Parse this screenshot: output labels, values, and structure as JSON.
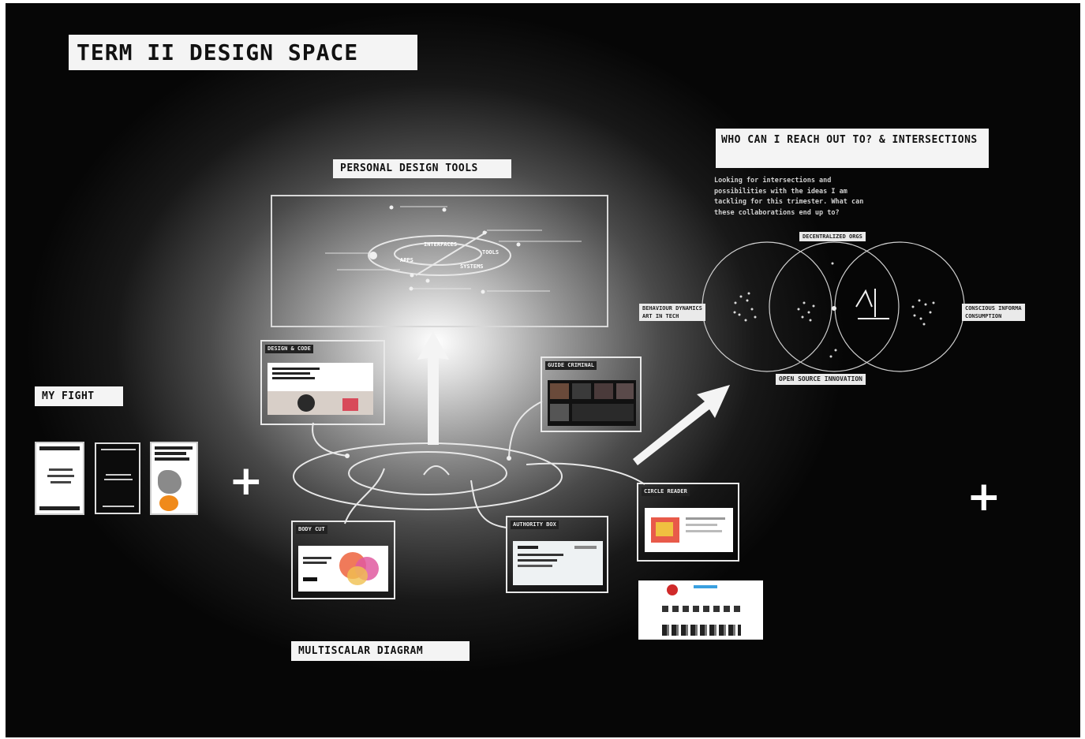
{
  "board": {
    "title": "TERM II DESIGN SPACE",
    "personal_design_tools": "PERSONAL DESIGN TOOLS",
    "who_reach_out": "WHO CAN I REACH OUT TO? & INTERSECTIONS",
    "who_description": "Looking for intersections and possibilities with the ideas I am tackling for this trimester. What can these collaborations end up to?",
    "my_fight": "MY FIGHT",
    "multiscalar_diagram": "MULTISCALAR DIAGRAM"
  },
  "venn": {
    "top_label": "DECENTRALIZED ORGS",
    "left_label_1": "BEHAVIOUR DYNAMICS",
    "left_label_2": "ART IN TECH",
    "right_label_1": "CONSCIOUS INFORMA",
    "right_label_2": "CONSUMPTION",
    "bottom_label": "OPEN SOURCE INNOVATION"
  },
  "tools_diagram": {
    "labels": [
      "INTERFACES",
      "APPS",
      "TOOLS",
      "SYSTEMS"
    ]
  },
  "frames": {
    "frame_a": "DESIGN & CODE",
    "frame_b": "GUIDE CRIMINAL",
    "frame_c": "BODY CUT",
    "frame_d": "AUTHORITY BOX",
    "frame_e": "CIRCLE READER"
  },
  "plus_symbol": "+",
  "colors": {
    "board_dark": "#060606",
    "board_glow": "#ffffff",
    "tag_bg": "#f4f4f4",
    "line": "#e8e8e8"
  }
}
